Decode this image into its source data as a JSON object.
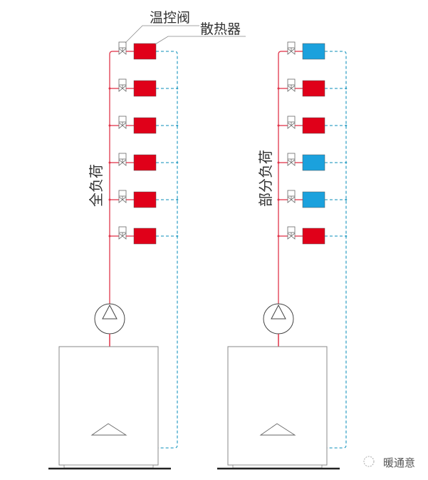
{
  "labels": {
    "valve": "温控阀",
    "radiator": "散热器",
    "full_load": "全负荷",
    "partial_load": "部分负荷"
  },
  "watermark": "暖通意",
  "colors": {
    "supply": "#e0354a",
    "return": "#3aa5c8",
    "hot": "#e00019",
    "off": "#1ba1dd"
  },
  "systems": [
    {
      "name": "full_load",
      "radiators": [
        "hot",
        "hot",
        "hot",
        "hot",
        "hot",
        "hot"
      ]
    },
    {
      "name": "partial_load",
      "radiators": [
        "off",
        "hot",
        "hot",
        "off",
        "off",
        "hot"
      ]
    }
  ]
}
